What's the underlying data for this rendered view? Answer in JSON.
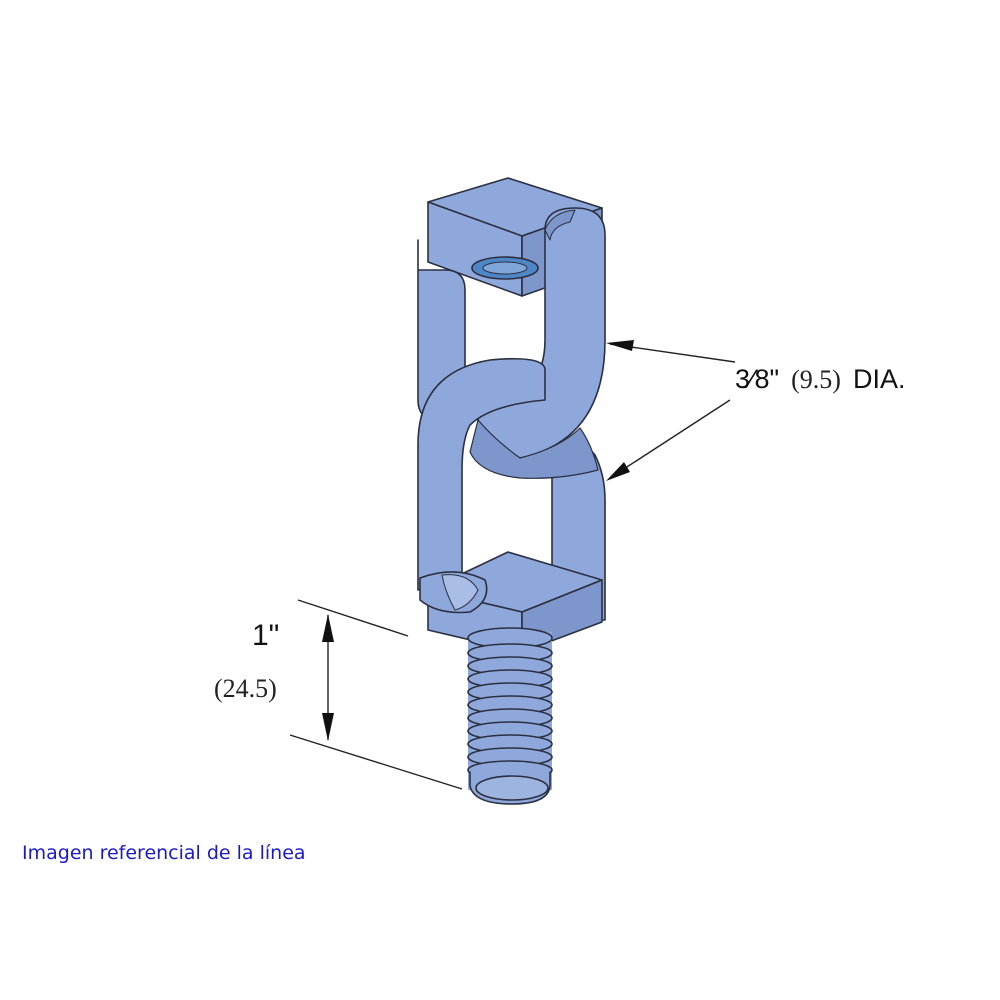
{
  "diagram": {
    "diameter_dimension": {
      "imperial": "3⁄8\"",
      "metric": "(9.5)",
      "suffix": "DIA."
    },
    "length_dimension": {
      "imperial": "1\"",
      "metric": "(24.5)"
    }
  },
  "caption": "Imagen referencial de la línea",
  "colors": {
    "part_fill": "#8fa8dc",
    "part_dark": "#7d96cc",
    "part_outline": "#2b3040",
    "hole_blue": "#4f86c6",
    "caption_blue": "#1a1acc"
  }
}
